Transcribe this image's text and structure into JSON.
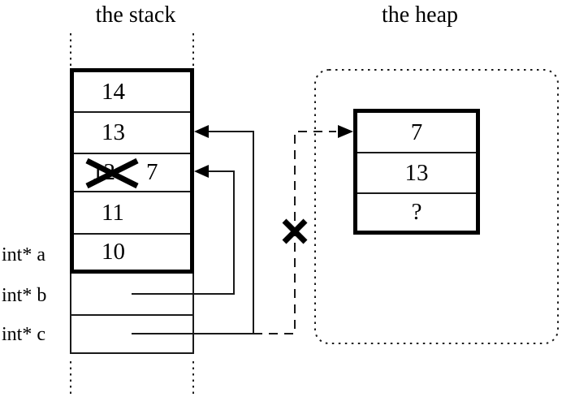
{
  "titles": {
    "stack": "the stack",
    "heap": "the heap"
  },
  "stack": {
    "cells": [
      {
        "value": "14"
      },
      {
        "value": "13"
      },
      {
        "old_value": "12",
        "new_value": "7",
        "crossed_out": true
      },
      {
        "value": "11"
      },
      {
        "value": "10"
      }
    ]
  },
  "pointers": [
    {
      "label": "int* a"
    },
    {
      "label": "int* b"
    },
    {
      "label": "int* c"
    }
  ],
  "heap": {
    "cells": [
      {
        "value": "7"
      },
      {
        "value": "13"
      },
      {
        "value": "?"
      }
    ]
  },
  "arrows": [
    {
      "from": "int* b",
      "to": "stack cell with crossed-out 12 / new 7",
      "style": "solid"
    },
    {
      "from": "int* c",
      "to": "stack cell 13",
      "style": "solid"
    },
    {
      "from": "int* c",
      "to": "heap cell 7",
      "style": "dashed",
      "crossed_out": true
    }
  ],
  "icons": {
    "invalid_pointer_cross": "x-cross",
    "overwrite_strikethrough": "x-cross"
  },
  "colors": {
    "foreground": "#000000",
    "thin_line": "#1a1a1a",
    "background": "#ffffff"
  }
}
